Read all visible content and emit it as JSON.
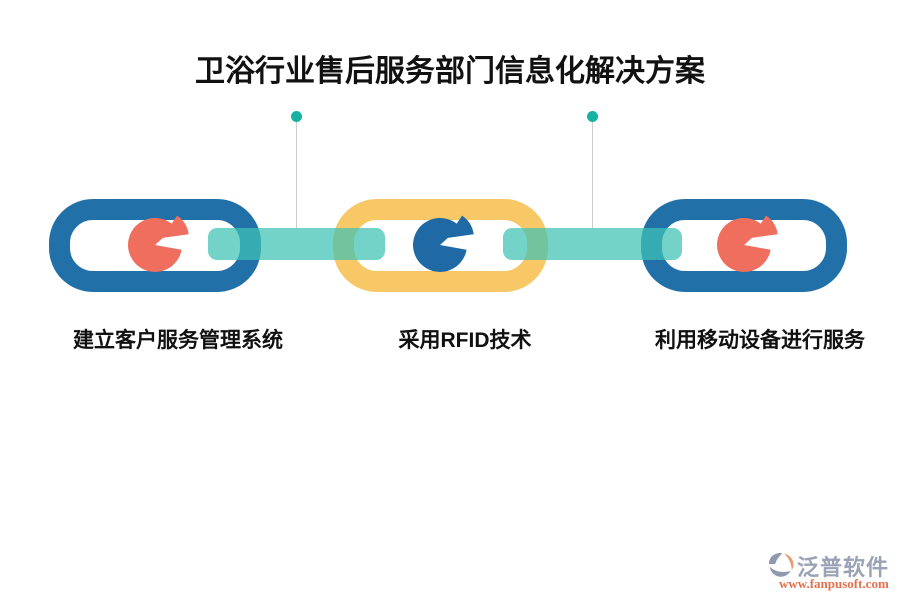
{
  "title": "卫浴行业售后服务部门信息化解决方案",
  "chain": {
    "connector_color": "#3ec2b4",
    "dot_color": "#15b2a4",
    "pointer_line_color": "#cdcdcd",
    "nodes": [
      {
        "label": "建立客户服务管理系统",
        "ring_color": "#2270a8",
        "pie_color": "#ef6e5e"
      },
      {
        "label": "采用RFID技术",
        "ring_color": "#f8c766",
        "pie_color": "#1f6aa5"
      },
      {
        "label": "利用移动设备进行服务",
        "ring_color": "#2270a8",
        "pie_color": "#ef6e5e"
      }
    ]
  },
  "watermark": {
    "brand": "泛普软件",
    "url": "www.fanpusoft.com",
    "brand_color": "#9aa3b5",
    "url_color": "#e4714d",
    "logo_gray": "#8e99ad",
    "logo_orange": "#e89a74"
  }
}
